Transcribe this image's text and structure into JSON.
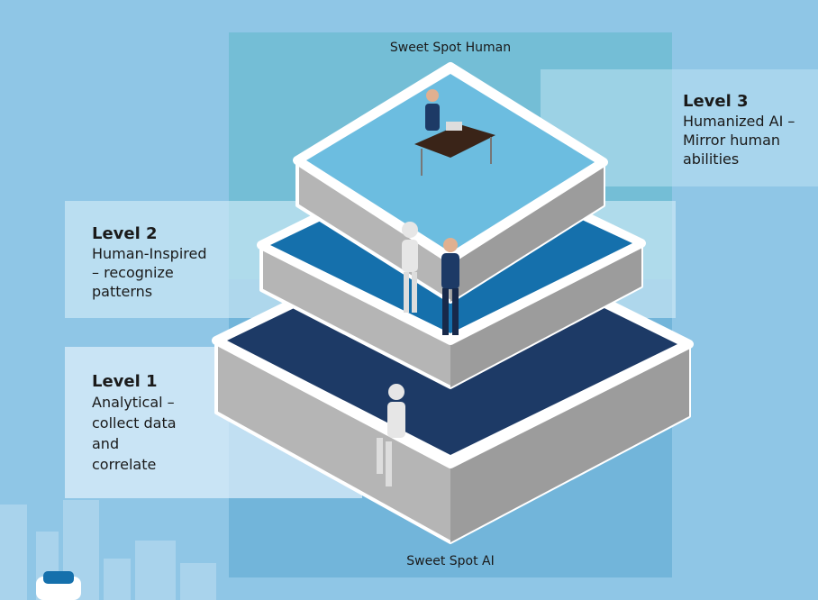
{
  "labels": {
    "top": "Sweet Spot Human",
    "bottom": "Sweet Spot AI"
  },
  "levels": [
    {
      "title": "Level 1",
      "lines": [
        "Analytical –",
        "collect data",
        "and",
        "correlate"
      ]
    },
    {
      "title": "Level 2",
      "lines": [
        "Human-Inspired",
        "– recognize",
        "patterns"
      ]
    },
    {
      "title": "Level 3",
      "lines": [
        "Humanized AI –",
        "Mirror human",
        "abilities"
      ]
    }
  ],
  "colors": {
    "background": "#8fc6e6",
    "level1_top": "#1d3a66",
    "level2_top": "#1570ac",
    "level3_top": "#6cbde0",
    "platform_side": "#b8b8b8"
  }
}
